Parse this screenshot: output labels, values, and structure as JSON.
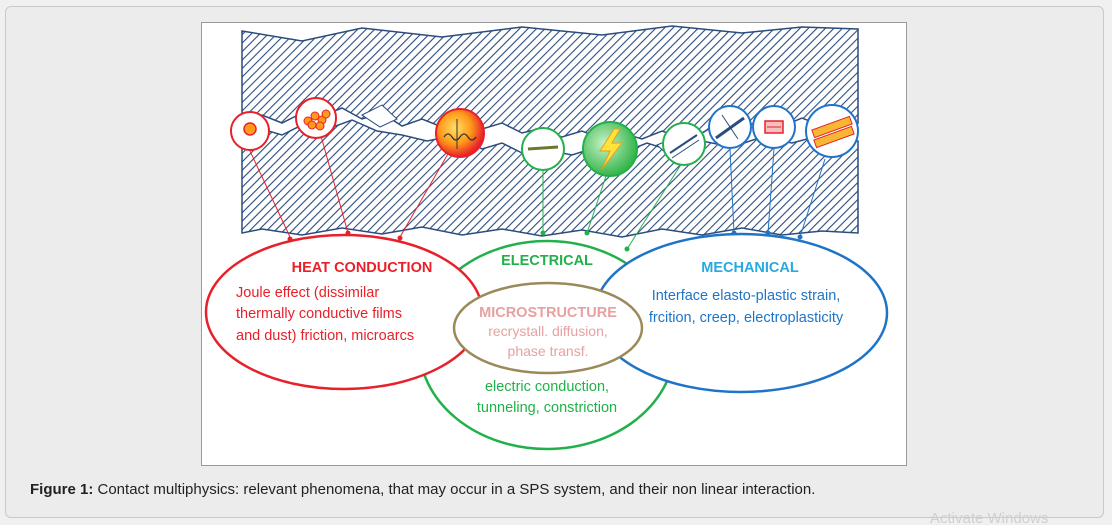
{
  "figure": {
    "heat": {
      "title": "HEAT CONDUCTION",
      "lines": [
        "Joule effect (dissimilar",
        "thermally conductive films",
        "and dust) friction, microarcs"
      ]
    },
    "electrical": {
      "title": "ELECTRICAL",
      "lines": [
        "electric  conduction,",
        "tunneling, constriction"
      ]
    },
    "mechanical": {
      "title": "MECHANICAL",
      "lines": [
        "Interface elasto-plastic strain,",
        "frcition, creep, electroplasticity"
      ]
    },
    "microstructure": {
      "title": "MICROSTRUCTURE",
      "lines": [
        "recrystall. diffusion,",
        "phase transf."
      ]
    },
    "colors": {
      "heat": "#e8202a",
      "electrical": "#22b04a",
      "mechanical": "#1f74c8",
      "mechanical_title": "#27a9e1",
      "microstructure_border": "#9a8a5a",
      "microstructure_text": "#e8a0a0",
      "hatch": "#2b4c7e"
    }
  },
  "caption": {
    "label": "Figure 1:",
    "text": " Contact multiphysics: relevant phenomena, that may occur in a SPS system, and their non linear interaction."
  },
  "watermark": "Activate Windows"
}
